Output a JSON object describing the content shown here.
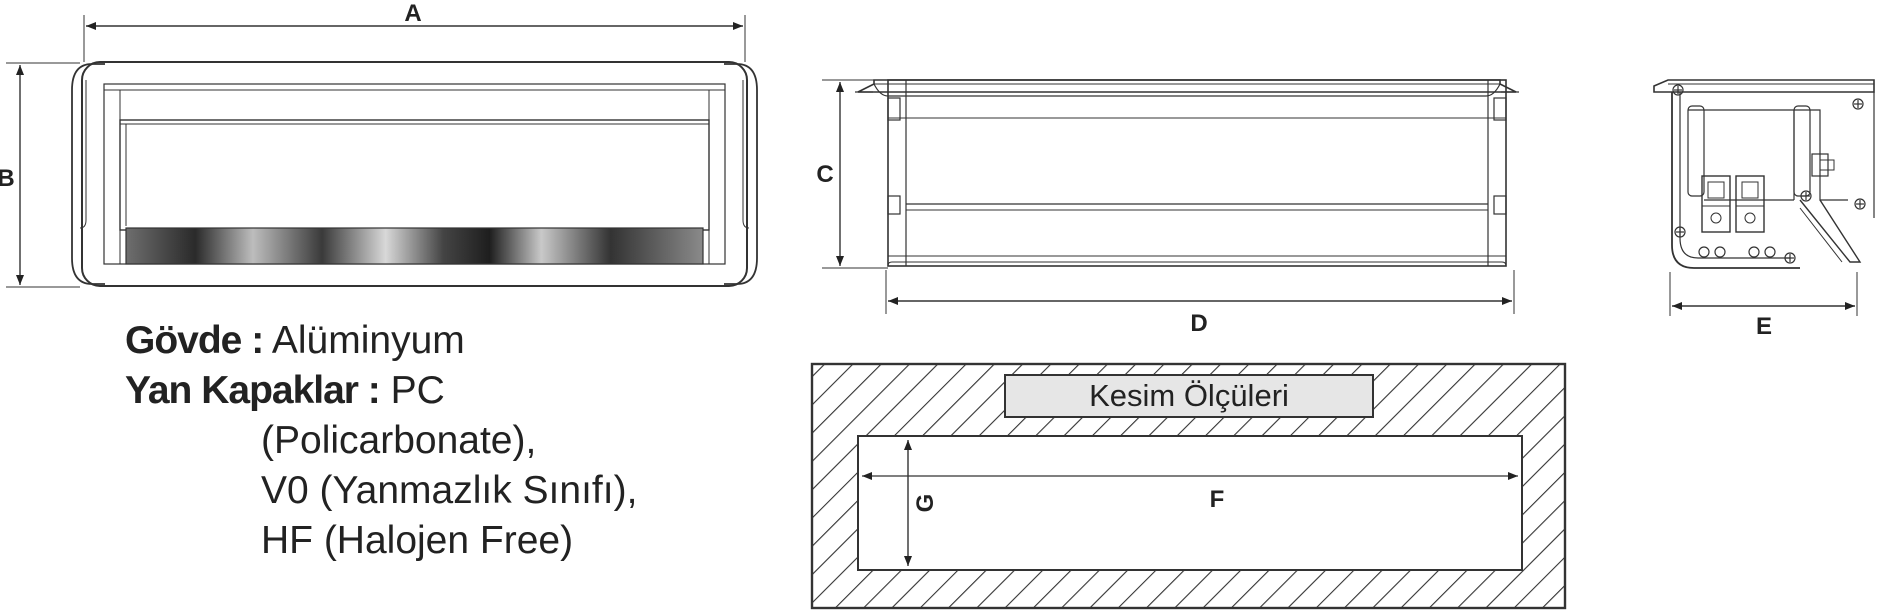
{
  "dimensions": {
    "a": "A",
    "b": "B",
    "c": "C",
    "d": "D",
    "e": "E",
    "f": "F",
    "g": "G"
  },
  "specs": {
    "body_label": "Gövde :",
    "body_value": "Alüminyum",
    "side_label": "Yan Kapaklar :",
    "side_value": "PC",
    "side_line2": "(Policarbonate),",
    "side_line3": "V0 (Yanmazlık Sınıfı),",
    "side_line4": "HF (Halojen Free)"
  },
  "cutout": {
    "title": "Kesim Ölçüleri"
  }
}
